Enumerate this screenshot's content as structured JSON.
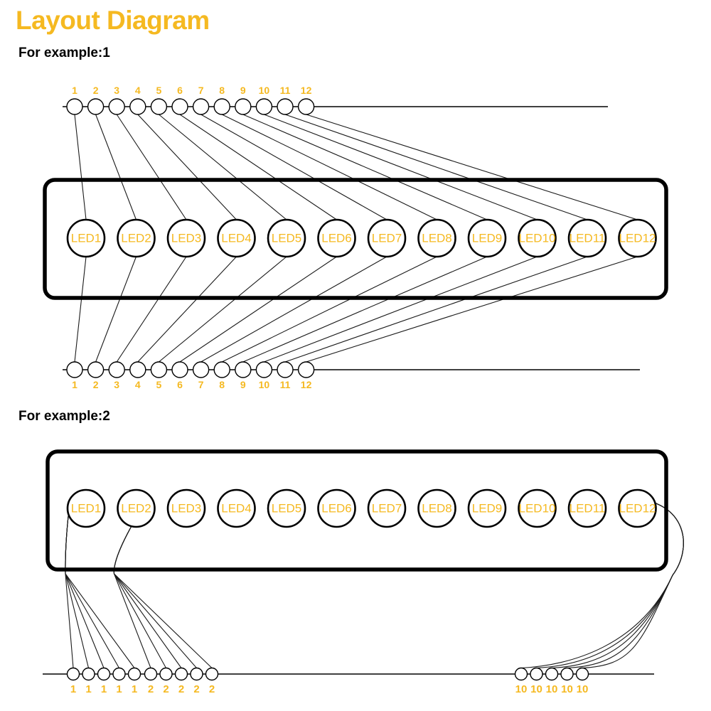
{
  "header": {
    "title": "Layout Diagram",
    "title_color": "#F5B921"
  },
  "sections": [
    {
      "label": "For example:1"
    },
    {
      "label": "For example:2"
    }
  ],
  "colors": {
    "accent": "#F5B921",
    "line": "#000000",
    "wire": "#1a1a1a",
    "background": "#ffffff"
  },
  "example1": {
    "top_rail": {
      "name": "top-connector-rail",
      "pins": [
        "1",
        "2",
        "3",
        "4",
        "5",
        "6",
        "7",
        "8",
        "9",
        "10",
        "11",
        "12"
      ],
      "label_position": "above"
    },
    "board": {
      "name": "led-board",
      "leds": [
        "LED1",
        "LED2",
        "LED3",
        "LED4",
        "LED5",
        "LED6",
        "LED7",
        "LED8",
        "LED9",
        "LED10",
        "LED11",
        "LED12"
      ]
    },
    "bottom_rail": {
      "name": "bottom-connector-rail",
      "pins": [
        "1",
        "2",
        "3",
        "4",
        "5",
        "6",
        "7",
        "8",
        "9",
        "10",
        "11",
        "12"
      ],
      "label_position": "below"
    }
  },
  "example2": {
    "board": {
      "name": "led-board",
      "leds": [
        "LED1",
        "LED2",
        "LED3",
        "LED4",
        "LED5",
        "LED6",
        "LED7",
        "LED8",
        "LED9",
        "LED10",
        "LED11",
        "LED12"
      ]
    },
    "bottom_rail": {
      "name": "bottom-connector-rail",
      "left_group_a": [
        "1",
        "1",
        "1",
        "1",
        "1"
      ],
      "left_group_b": [
        "2",
        "2",
        "2",
        "2",
        "2"
      ],
      "right_group": [
        "10",
        "10",
        "10",
        "10",
        "10"
      ]
    }
  }
}
